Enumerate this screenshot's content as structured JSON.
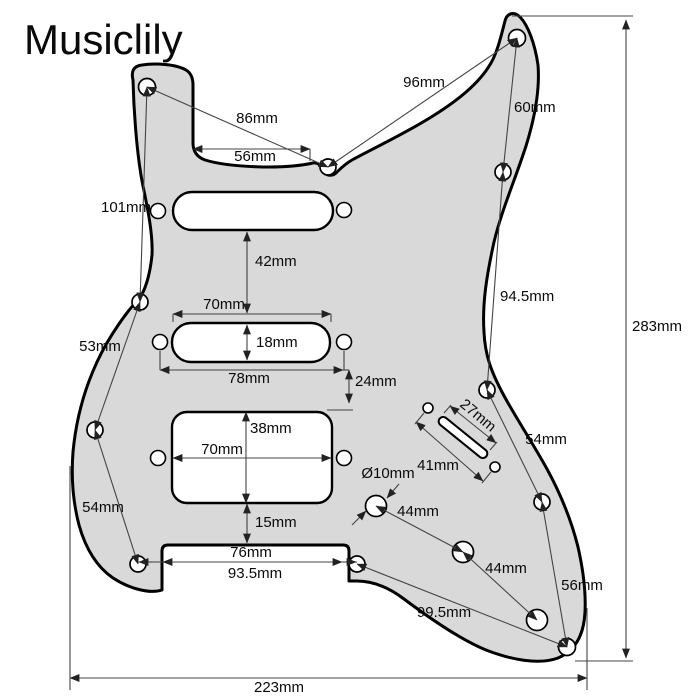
{
  "brand": "Musiclily",
  "diagram": {
    "unit": "mm",
    "part": "stratocaster-hss-pickguard-dimension-drawing",
    "measurements": {
      "horn_to_neck_screw": "86mm",
      "neck_pocket_width": "56mm",
      "neck_screw_to_upper_horn": "96mm",
      "upper_horn_to_right_edge": "60mm",
      "left_horn_to_left_edge": "101mm",
      "neck_to_middle_pickup_gap": "42mm",
      "middle_pickup_width": "70mm",
      "middle_pickup_height": "18mm",
      "middle_pickup_screw_span": "78mm",
      "middle_to_bridge_pickup_gap": "24mm",
      "left_edge_screw_span_upper": "53mm",
      "bridge_pickup_height": "38mm",
      "bridge_pickup_width": "70mm",
      "right_edge_screw_span_upper": "94.5mm",
      "overall_height": "283mm",
      "right_edge_screw_span_middle": "54mm",
      "switch_slot_length": "27mm",
      "switch_screw_span": "41mm",
      "pot_hole_diameter": "Ø10mm",
      "pot_spacing_upper": "44mm",
      "pot_spacing_lower": "44mm",
      "left_edge_screw_span_lower": "54mm",
      "bridge_pickup_to_tremolo_gap": "15mm",
      "tremolo_cutout_width": "76mm",
      "tremolo_screw_span": "93.5mm",
      "right_edge_screw_span_lower": "56mm",
      "tremolo_to_corner_screw": "99.5mm",
      "overall_width": "223mm"
    }
  },
  "colors": {
    "background": "#ffffff",
    "pickguard_fill": "#d9d9d9",
    "outline": "#000000",
    "dimension_line": "#3c3c3c",
    "text": "#0a0a0a"
  }
}
